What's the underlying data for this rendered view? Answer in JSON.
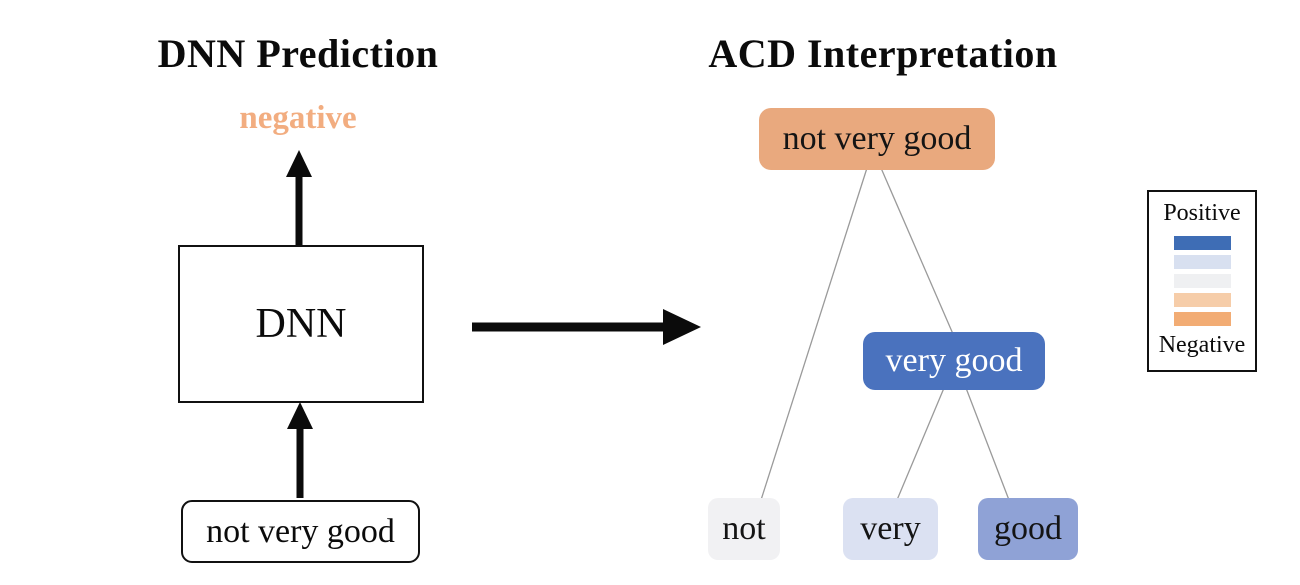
{
  "left_panel": {
    "title": "DNN Prediction",
    "prediction": {
      "label": "negative",
      "color": "#F2AD80"
    },
    "dnn_box": {
      "label": "DNN"
    },
    "input_box": {
      "label": "not very good"
    }
  },
  "right_panel": {
    "title": "ACD Interpretation",
    "tree": {
      "root": {
        "label": "not very good",
        "color": "#E9A97E",
        "text_color": "#141414"
      },
      "phrase": {
        "label": "very good",
        "color": "#4A72BE",
        "text_color": "#ffffff"
      },
      "leaves": [
        {
          "label": "not",
          "color": "#F1F1F3",
          "text_color": "#141414"
        },
        {
          "label": "very",
          "color": "#DBE1F2",
          "text_color": "#141414"
        },
        {
          "label": "good",
          "color": "#8FA2D6",
          "text_color": "#141414"
        }
      ]
    }
  },
  "legend": {
    "positive_label": "Positive",
    "negative_label": "Negative",
    "swatches": [
      "#3E6DB5",
      "#D8E0F0",
      "#EFF0F2",
      "#F6CDA9",
      "#F2AC74"
    ]
  },
  "colors": {
    "arrow": "#0b0b0b",
    "tree_edge": "#9a9a9a"
  }
}
